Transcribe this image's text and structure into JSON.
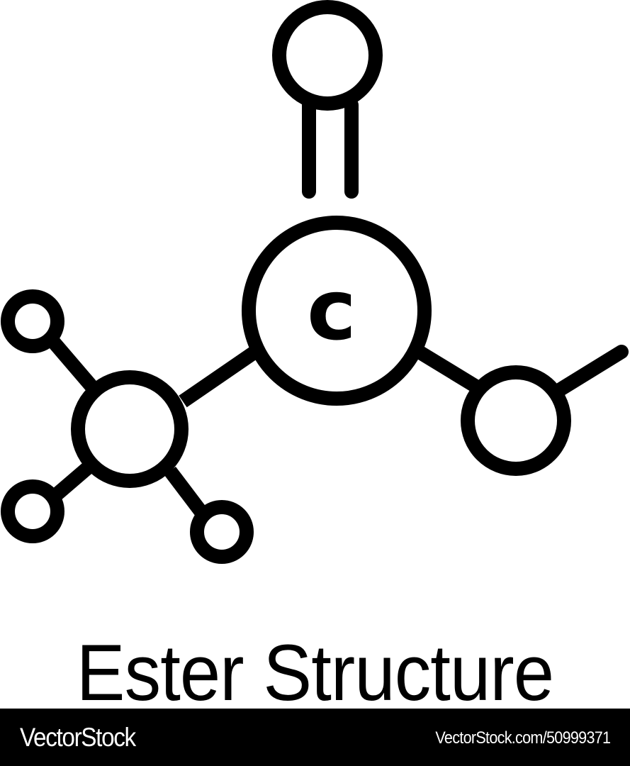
{
  "diagram": {
    "title": "Ester Structure",
    "stroke_color": "#000000",
    "background": "#ffffff",
    "central_atom_label": "c",
    "atoms": [
      {
        "id": "carbonyl-oxygen",
        "label": ""
      },
      {
        "id": "carbonyl-carbon",
        "label": "c"
      },
      {
        "id": "methyl-carbon",
        "label": ""
      },
      {
        "id": "hydrogen-1",
        "label": ""
      },
      {
        "id": "hydrogen-2",
        "label": ""
      },
      {
        "id": "hydrogen-3",
        "label": ""
      },
      {
        "id": "ester-oxygen",
        "label": ""
      }
    ],
    "bonds": [
      {
        "from": "carbonyl-carbon",
        "to": "carbonyl-oxygen",
        "type": "double"
      },
      {
        "from": "carbonyl-carbon",
        "to": "methyl-carbon",
        "type": "single"
      },
      {
        "from": "carbonyl-carbon",
        "to": "ester-oxygen",
        "type": "single"
      },
      {
        "from": "methyl-carbon",
        "to": "hydrogen-1",
        "type": "single"
      },
      {
        "from": "methyl-carbon",
        "to": "hydrogen-2",
        "type": "single"
      },
      {
        "from": "methyl-carbon",
        "to": "hydrogen-3",
        "type": "single"
      },
      {
        "from": "ester-oxygen",
        "to": "open-end",
        "type": "single"
      }
    ]
  },
  "footer": {
    "brand": "VectorStock",
    "url": "VectorStock.com/50999371",
    "background": "#000000",
    "text_color": "#ffffff"
  }
}
